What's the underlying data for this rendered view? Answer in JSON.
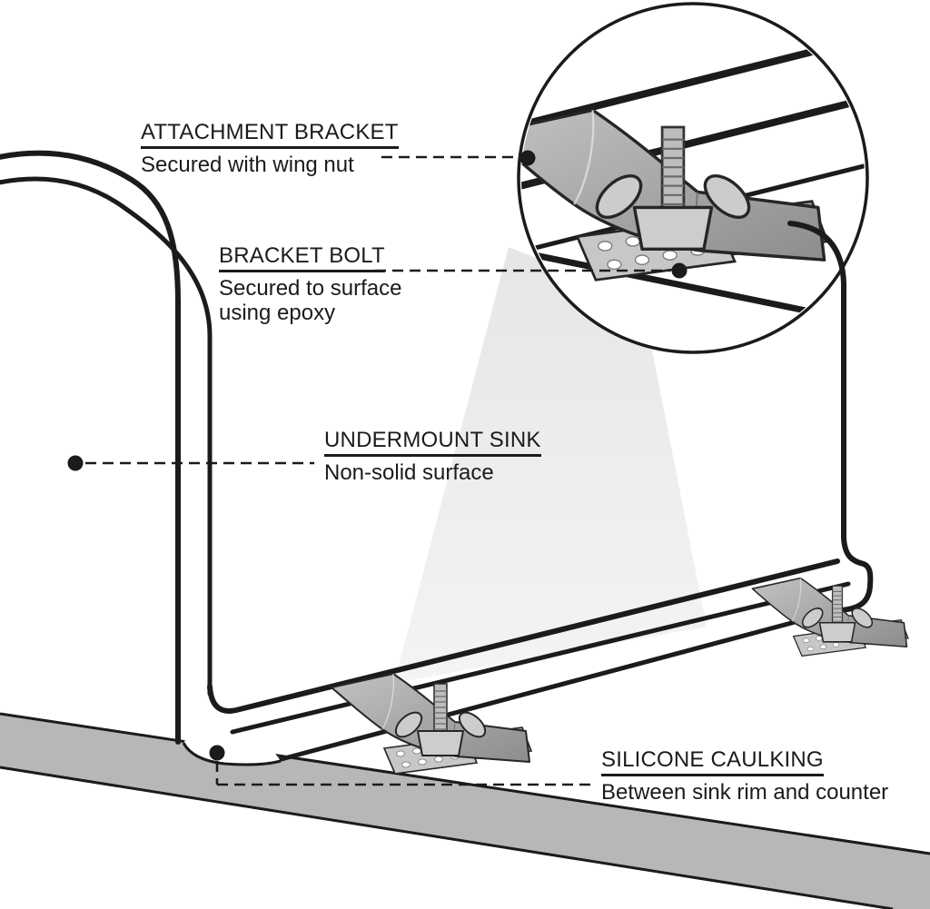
{
  "figure": {
    "type": "installation-diagram",
    "subject": "Undermount sink attachment detail with magnified bracket view"
  },
  "labels": {
    "attachment_bracket": {
      "title": "ATTACHMENT BRACKET",
      "subtitle": "Secured with wing nut"
    },
    "bracket_bolt": {
      "title": "BRACKET BOLT",
      "subtitle_line1": "Secured to surface",
      "subtitle_line2": "using epoxy"
    },
    "undermount_sink": {
      "title": "UNDERMOUNT SINK",
      "subtitle": "Non-solid surface"
    },
    "silicone_caulking": {
      "title": "SILICONE CAULKING",
      "subtitle": "Between sink rim and counter"
    }
  },
  "colors": {
    "background": "#ffffff",
    "line": "#1b1b1b",
    "counter_surface": "#b7b7b7",
    "light_beam": "#ebebed",
    "metal_light": "#cccccc",
    "metal_mid": "#a8a8a8",
    "metal_dark": "#8f8f8f"
  }
}
